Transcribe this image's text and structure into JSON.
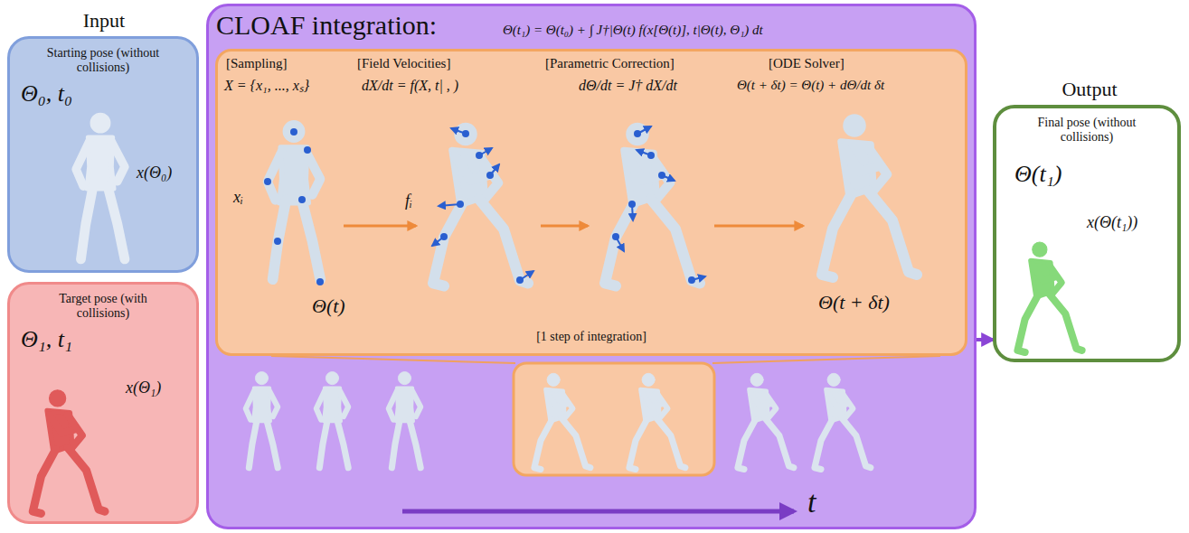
{
  "diagram": {
    "nodes": [
      {
        "text": [
          "Starting pose (without collisions)",
          "Θ₀, t₀",
          "x(Θ₀)"
        ]
      },
      {
        "text": [
          "Target pose (with collisions)",
          "Θ₁, t₁",
          "x(Θ₁)"
        ]
      },
      {
        "text": [
          "CLOAF integration:",
          "Θ(t₁) = Θ(t₀) + ∫ J†|Θ(t) f(x[Θ(t)], t|Θ(t), Θ₁) dt"
        ]
      },
      {
        "text": [
          "[1 step of integration]"
        ],
        "in": 2
      },
      {
        "text": [
          "Final pose (without collisions)",
          "Θ(t₁)",
          "x(Θ(t₁))"
        ]
      }
    ],
    "edges": [
      {
        "from": 2,
        "to": 4,
        "arrow": "to"
      }
    ],
    "labels": [
      "Input",
      "Output",
      "[Sampling]",
      "X = {x₁, ..., xₛ}",
      "[Field Velocities]",
      "dX/dt = f(X, t| , )",
      "[Parametric Correction]",
      "dΘ/dt = J† dX/dt",
      "[ODE Solver]",
      "Θ(t + δt) = Θ(t) + dΘ/dt δt",
      "xᵢ",
      "fᵢ",
      "Θ(t)",
      "Θ(t + δt)",
      "t"
    ]
  }
}
